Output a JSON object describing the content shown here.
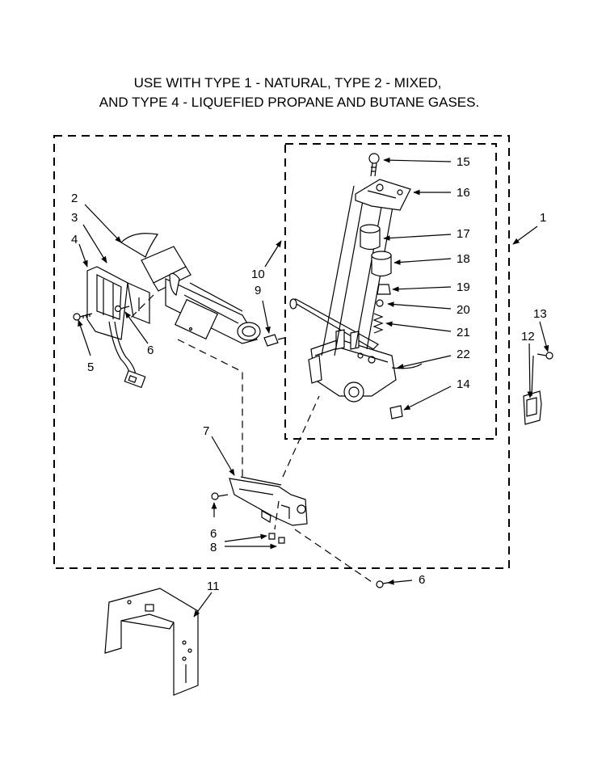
{
  "title": {
    "line1": "USE WITH TYPE 1 - NATURAL, TYPE 2 - MIXED,",
    "line2": "AND TYPE 4 - LIQUEFIED PROPANE AND BUTANE GASES."
  },
  "callouts": {
    "c1": "1",
    "c2": "2",
    "c3": "3",
    "c4": "4",
    "c5": "5",
    "c6a": "6",
    "c6b": "6",
    "c6c": "6",
    "c7": "7",
    "c8": "8",
    "c9": "9",
    "c10": "10",
    "c11": "11",
    "c12": "12",
    "c13": "13",
    "c14": "14",
    "c15": "15",
    "c16": "16",
    "c17": "17",
    "c18": "18",
    "c19": "19",
    "c20": "20",
    "c21": "21",
    "c22": "22"
  }
}
